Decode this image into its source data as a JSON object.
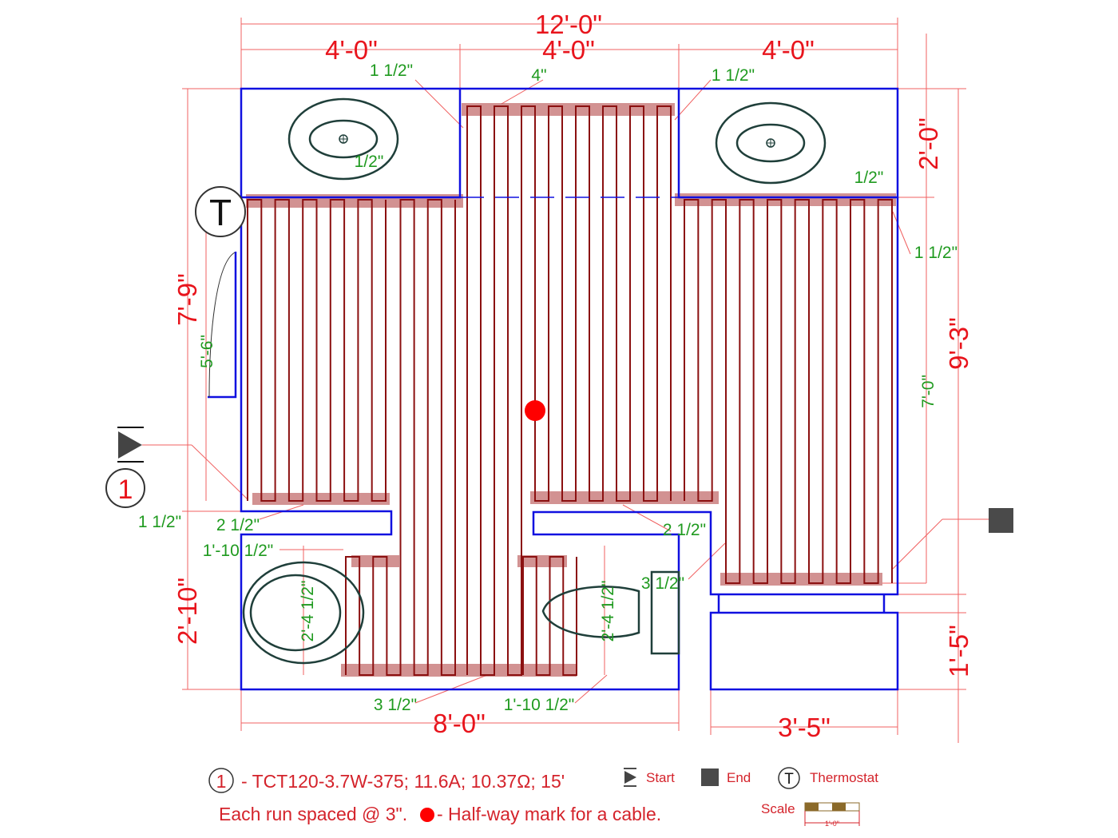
{
  "dimensions": {
    "overall_width": "12'-0\"",
    "segment_left": "4'-0\"",
    "segment_middle": "4'-0\"",
    "segment_right": "4'-0\"",
    "right_top": "2'-0\"",
    "right_overall": "9'-3\"",
    "left_height": "7'-9\"",
    "left_bottom": "2'-10\"",
    "right_bottom": "1'-5\"",
    "bottom_width": "8'-0\"",
    "bottom_right_width": "3'-5\""
  },
  "offsets": {
    "top_left": "1 1/2\"",
    "top_middle": "4\"",
    "top_right": "1 1/2\"",
    "vanity_left": "1/2\"",
    "vanity_right": "1/2\"",
    "right_edge": "1 1/2\"",
    "shower": "5'-6\"",
    "right_run": "7'-0\"",
    "left_edge_bottom": "1 1/2\"",
    "left_notch": "2 1/2\"",
    "right_notch": "2 1/2\"",
    "left_toilet_offset": "1'-10 1/2\"",
    "right_toilet_gap": "3 1/2\"",
    "left_toilet_run": "2'-4 1/2\"",
    "right_toilet_run": "2'-4 1/2\"",
    "bottom_left": "3 1/2\"",
    "bottom_right": "1'-10 1/2\""
  },
  "symbols": {
    "thermostat": "T",
    "cable_number": "1"
  },
  "legend": {
    "cable_number": "1",
    "cable_spec": "- TCT120-3.7W-375; 11.6A; 10.37Ω; 15'",
    "start_label": "Start",
    "end_label": "End",
    "thermostat_symbol": "T",
    "thermostat_label": "Thermostat",
    "spacing_note": "Each run spaced @ 3\".",
    "halfway_note": "- Half-way mark for a cable.",
    "scale_label": "Scale",
    "scale_value": "1'-0\""
  },
  "colors": {
    "walls": "#1010e0",
    "cable": "#8b1010",
    "dimension": "#e8141c",
    "offset": "#1f9a1f",
    "halfway_mark": "#ff0000"
  }
}
